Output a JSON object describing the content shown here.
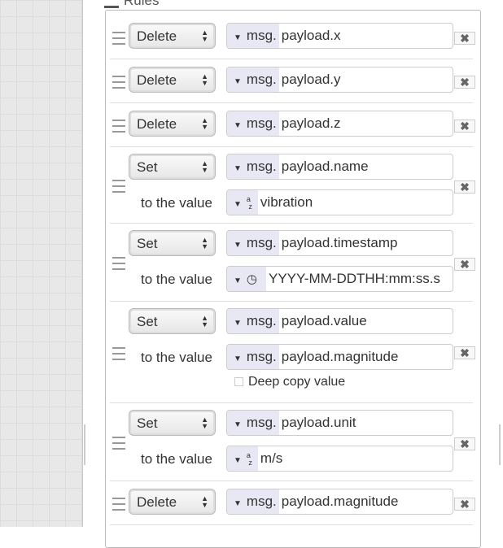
{
  "section_title": "Rules",
  "rules": [
    {
      "action": "Delete",
      "target_type": "msg.",
      "target": "payload.x"
    },
    {
      "action": "Delete",
      "target_type": "msg.",
      "target": "payload.y"
    },
    {
      "action": "Delete",
      "target_type": "msg.",
      "target": "payload.z"
    },
    {
      "action": "Set",
      "target_type": "msg.",
      "target": "payload.name",
      "to_label": "to the value",
      "value_type_icon": "string-az-icon",
      "value": "vibration"
    },
    {
      "action": "Set",
      "target_type": "msg.",
      "target": "payload.timestamp",
      "to_label": "to the value",
      "value_type_icon": "clock-icon",
      "value": "YYYY-MM-DDTHH:mm:ss.s"
    },
    {
      "action": "Set",
      "target_type": "msg.",
      "target": "payload.value",
      "to_label": "to the value",
      "value_type": "msg.",
      "value": "payload.magnitude",
      "deep_copy_label": "Deep copy value",
      "deep_copy": false
    },
    {
      "action": "Set",
      "target_type": "msg.",
      "target": "payload.unit",
      "to_label": "to the value",
      "value_type_icon": "string-az-icon",
      "value": "m/s"
    },
    {
      "action": "Delete",
      "target_type": "msg.",
      "target": "payload.magnitude"
    }
  ]
}
